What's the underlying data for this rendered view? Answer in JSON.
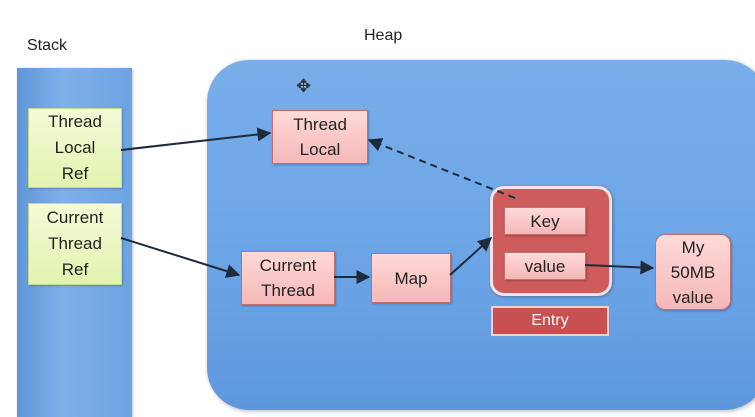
{
  "titles": {
    "stack": "Stack",
    "heap": "Heap"
  },
  "stack": {
    "thread_local_ref": "Thread\nLocal\nRef",
    "current_thread_ref": "Current\nThread\nRef"
  },
  "heap": {
    "thread_local": "Thread\nLocal",
    "current_thread": "Current\nThread",
    "map": "Map",
    "key": "Key",
    "value": "value",
    "entry": "Entry",
    "my_value": "My\n50MB\nvalue"
  },
  "colors": {
    "stack_fill": "#6ca3e2",
    "heap_fill": "#6ba4e6",
    "stack_box": "#e8f6c0",
    "heap_box": "#f8c4c4",
    "entry_fill": "#cf5c5c",
    "arrow": "#1f2a3a"
  }
}
